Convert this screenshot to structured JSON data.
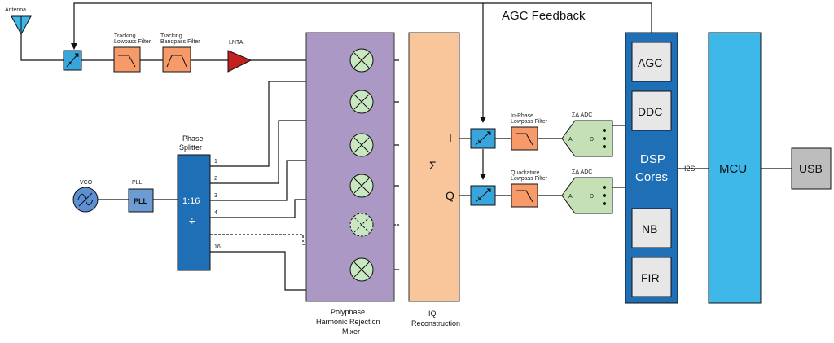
{
  "labels": {
    "antenna": "Antenna",
    "tracking_lpf_1": "Tracking",
    "tracking_lpf_2": "Lowpass Filter",
    "tracking_bpf_1": "Tracking",
    "tracking_bpf_2": "Bandpass Filter",
    "lnta": "LNTA",
    "agc_feedback": "AGC Feedback",
    "vco": "VCO",
    "pll_small": "PLL",
    "pll_block": "PLL",
    "phase_splitter_1": "Phase",
    "phase_splitter_2": "Splitter",
    "ratio": "1:16",
    "divide": "÷",
    "port_1": "1",
    "port_2": "2",
    "port_3": "3",
    "port_4": "4",
    "port_16": "16",
    "mixer_1": "Polyphase",
    "mixer_2": "Harmonic Rejection",
    "mixer_3": "Mixer",
    "sigma": "Σ",
    "iq_1": "IQ",
    "iq_2": "Reconstruction",
    "i_label": "I",
    "q_label": "Q",
    "inphase_1": "In-Phase",
    "inphase_2": "Lowpass Filter",
    "quad_1": "Quadrature",
    "quad_2": "Lowpass Filter",
    "adc_top": "ΣΔ ADC",
    "adc_bottom": "ΣΔ ADC",
    "adc_a": "A",
    "adc_d": "D",
    "agc": "AGC",
    "ddc": "DDC",
    "dsp_1": "DSP",
    "dsp_2": "Cores",
    "nb": "NB",
    "fir": "FIR",
    "i2s": "I2S",
    "mcu": "MCU",
    "usb": "USB"
  },
  "colors": {
    "dark_blue": "#1f6fb6",
    "light_blue": "#3db8e8",
    "attenuator": "#36a6dd",
    "filter_orange": "#f79a6a",
    "lnta_red": "#c42020",
    "mixer_purple": "#ab98c4",
    "iq_peach": "#f9c59a",
    "mixer_node": "#c9e7c0",
    "adc_green": "#c5e0b5",
    "pll_blue": "#6d9bd4",
    "sub_block_gray": "#e7e7e7",
    "usb_gray": "#bdbdbd",
    "vco_blue": "#5d8fd3"
  }
}
